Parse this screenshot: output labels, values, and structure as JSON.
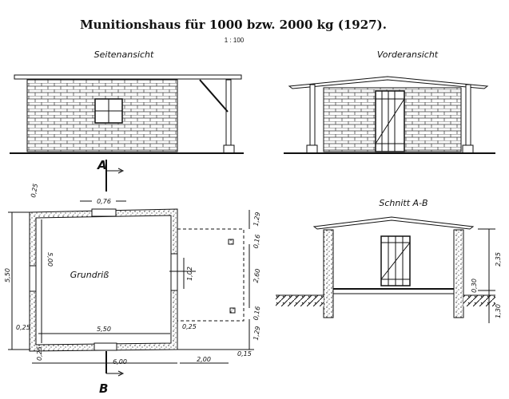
{
  "title": "Munitionshaus für 1000 bzw. 2000 kg (1927).",
  "scale": "1 : 100",
  "views": {
    "side": "Seitenansicht",
    "front": "Vorderansicht",
    "section": "Schnitt A-B",
    "plan": "Grundriß"
  },
  "section_markers": {
    "a": "A",
    "b": "B"
  },
  "plan_dimensions": {
    "wall_top": "0,25",
    "window_width": "0,76",
    "outer_depth": "5,50",
    "inner_depth": "5,00",
    "door_width": "1,02",
    "wall_left": "0,25",
    "inner_width": "5,50",
    "wall_right": "0,25",
    "wall_bottom": "0,25",
    "outer_width": "6,00",
    "canopy_depth": "2,00",
    "post_size_bottom": "0,15",
    "post_offset_top": "1,29",
    "post_top": "0,16",
    "post_spacing": "2,60",
    "post_bottom": "0,16",
    "post_offset_bottom": "1,29"
  },
  "section_dimensions": {
    "height": "2,35",
    "floor": "0,30",
    "foundation": "1,30"
  }
}
